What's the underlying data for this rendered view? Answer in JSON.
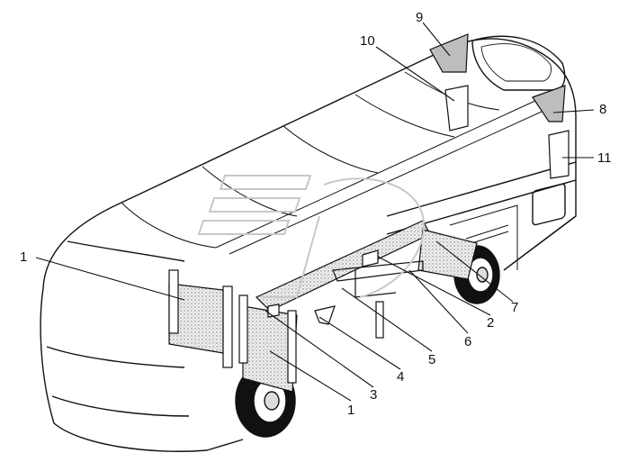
{
  "diagram": {
    "callouts": [
      {
        "id": "c1a",
        "label": "1"
      },
      {
        "id": "c1b",
        "label": "1"
      },
      {
        "id": "c2",
        "label": "2"
      },
      {
        "id": "c3",
        "label": "3"
      },
      {
        "id": "c4",
        "label": "4"
      },
      {
        "id": "c5",
        "label": "5"
      },
      {
        "id": "c6",
        "label": "6"
      },
      {
        "id": "c7",
        "label": "7"
      },
      {
        "id": "c8",
        "label": "8"
      },
      {
        "id": "c9",
        "label": "9"
      },
      {
        "id": "c10",
        "label": "10"
      },
      {
        "id": "c11",
        "label": "11"
      }
    ]
  },
  "colors": {
    "line": "#111111",
    "insulation_fill": "#e6e6e6",
    "shaded_panel": "#bdbdbd",
    "watermark": "#c8c8c8"
  }
}
